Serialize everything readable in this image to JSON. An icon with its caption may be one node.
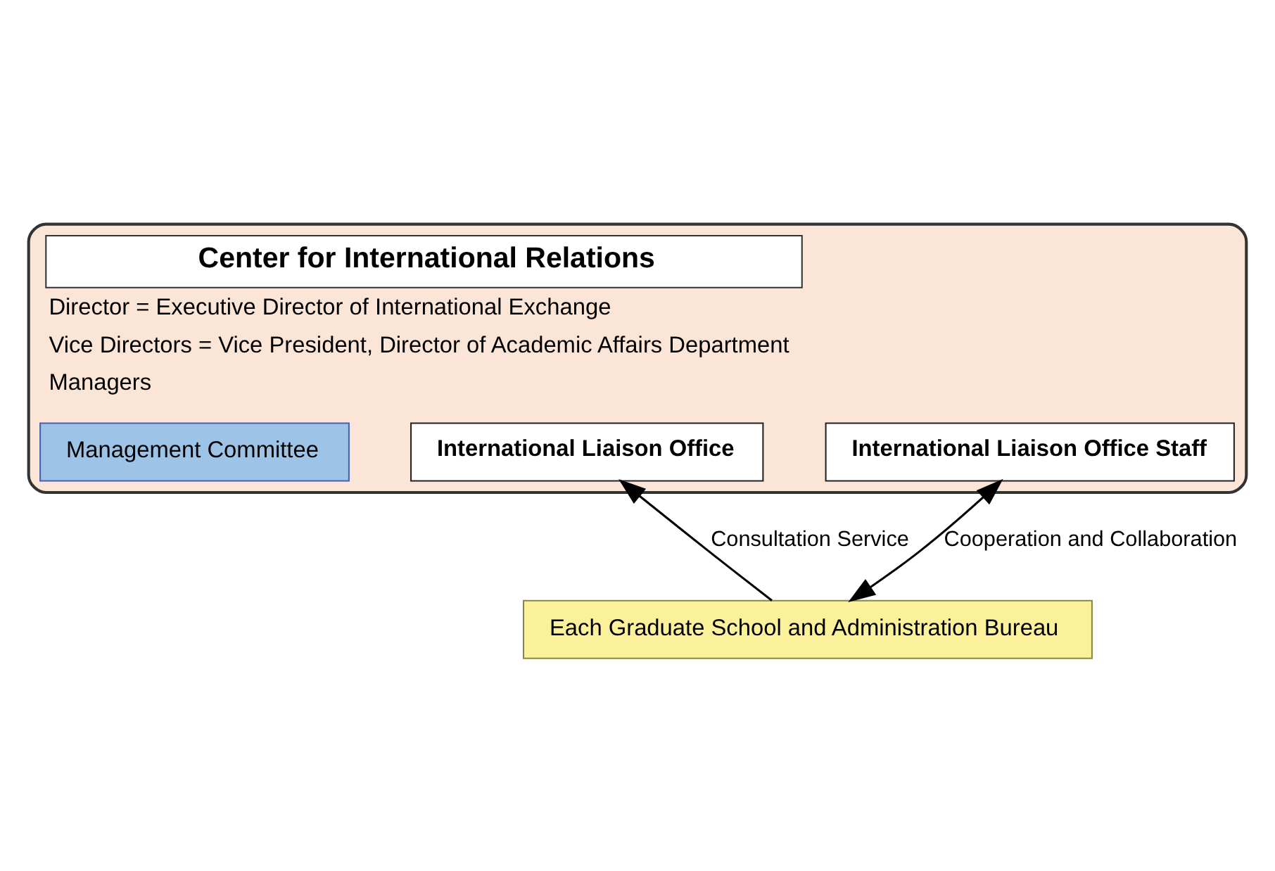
{
  "diagram": {
    "nodes": [
      {
        "text": [
          "Center for International Relations",
          "Director = Executive Director of International Exchange",
          "Vice Directors = Vice President, Director of Academic Affairs Department",
          "Managers"
        ]
      },
      {
        "text": [
          "International Liaison Office"
        ],
        "in": 0
      },
      {
        "text": [
          "International Liaison Office Staff"
        ],
        "in": 0
      },
      {
        "text": [
          "Management Committee"
        ],
        "in": 0
      },
      {
        "text": [
          "Each Graduate School and Administration Bureau"
        ]
      }
    ],
    "edges": [
      {
        "from": 4,
        "to": 1,
        "arrow": "to",
        "label": "Consultation Service"
      },
      {
        "from": 4,
        "to": 2,
        "arrow": "both",
        "label": "Cooperation and Collaboration"
      }
    ]
  }
}
